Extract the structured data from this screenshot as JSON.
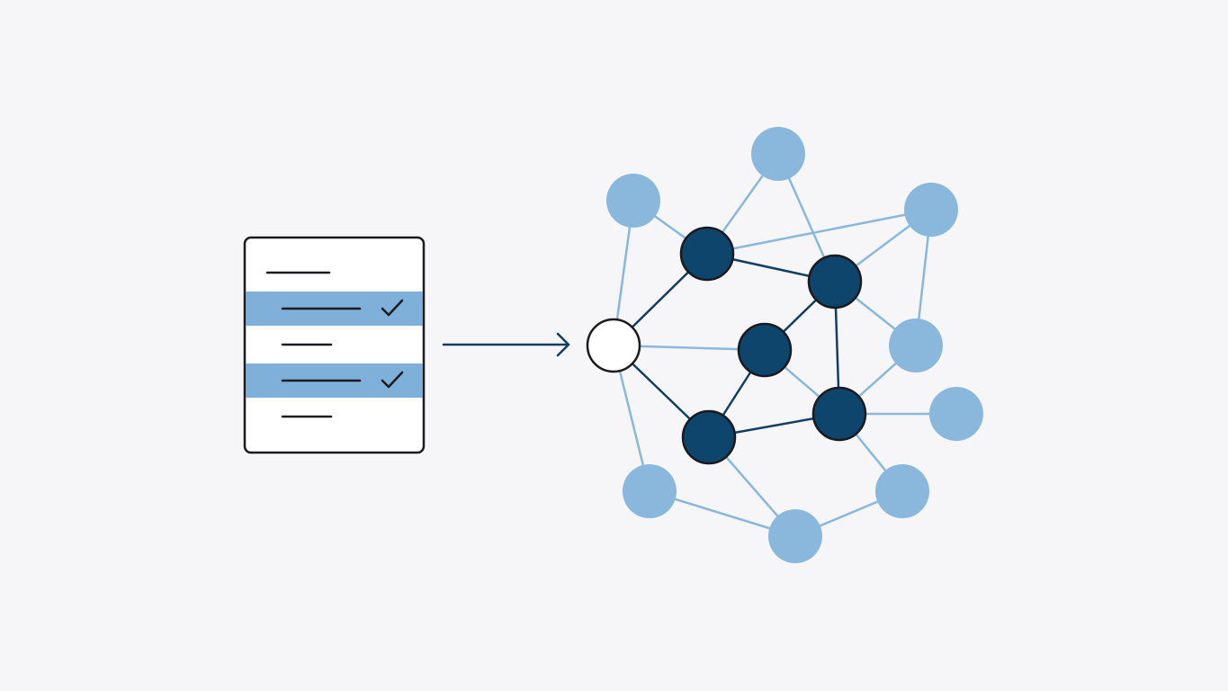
{
  "colors": {
    "background": "#f6f6f8",
    "highlight": "#7fb0da",
    "ink": "#1b1b1f",
    "arrow": "#123e62",
    "node_light": "#8ab7dc",
    "node_dark": "#0e456d",
    "node_dark_stroke": "#1b1b1f",
    "node_query_fill": "#ffffff",
    "edge_light": "#8ab7dc",
    "edge_dark": "#123e62"
  },
  "checklist": {
    "rows": [
      {
        "selected": false
      },
      {
        "selected": true,
        "icon": "check-icon"
      },
      {
        "selected": false
      },
      {
        "selected": true,
        "icon": "check-icon"
      },
      {
        "selected": false
      }
    ]
  },
  "graph": {
    "nodes": [
      {
        "id": "q",
        "kind": "query"
      },
      {
        "id": "d1",
        "kind": "selected"
      },
      {
        "id": "d2",
        "kind": "selected"
      },
      {
        "id": "d3",
        "kind": "selected"
      },
      {
        "id": "d4",
        "kind": "selected"
      },
      {
        "id": "d5",
        "kind": "selected"
      },
      {
        "id": "l1",
        "kind": "neighbor"
      },
      {
        "id": "l2",
        "kind": "neighbor"
      },
      {
        "id": "l3",
        "kind": "neighbor"
      },
      {
        "id": "l4",
        "kind": "neighbor"
      },
      {
        "id": "l5",
        "kind": "neighbor"
      },
      {
        "id": "l6",
        "kind": "neighbor"
      },
      {
        "id": "l7",
        "kind": "neighbor"
      },
      {
        "id": "l8",
        "kind": "neighbor"
      }
    ],
    "edges": [
      {
        "from": "q",
        "to": "d1",
        "kind": "strong"
      },
      {
        "from": "q",
        "to": "d4",
        "kind": "strong"
      },
      {
        "from": "d1",
        "to": "d2",
        "kind": "strong"
      },
      {
        "from": "d2",
        "to": "d3",
        "kind": "strong"
      },
      {
        "from": "d2",
        "to": "d5",
        "kind": "strong"
      },
      {
        "from": "d3",
        "to": "d4",
        "kind": "strong"
      },
      {
        "from": "d4",
        "to": "d5",
        "kind": "strong"
      },
      {
        "from": "q",
        "to": "d3",
        "kind": "weak"
      },
      {
        "from": "q",
        "to": "l1",
        "kind": "weak"
      },
      {
        "from": "q",
        "to": "l6",
        "kind": "weak"
      },
      {
        "from": "l1",
        "to": "d1",
        "kind": "weak"
      },
      {
        "from": "l2",
        "to": "d1",
        "kind": "weak"
      },
      {
        "from": "l2",
        "to": "d2",
        "kind": "weak"
      },
      {
        "from": "d1",
        "to": "l3",
        "kind": "weak"
      },
      {
        "from": "d2",
        "to": "l3",
        "kind": "weak"
      },
      {
        "from": "l3",
        "to": "l4",
        "kind": "weak"
      },
      {
        "from": "d2",
        "to": "l4",
        "kind": "weak"
      },
      {
        "from": "d3",
        "to": "d5",
        "kind": "weak"
      },
      {
        "from": "l4",
        "to": "d5",
        "kind": "weak"
      },
      {
        "from": "d5",
        "to": "l5",
        "kind": "weak"
      },
      {
        "from": "d5",
        "to": "l8",
        "kind": "weak"
      },
      {
        "from": "d4",
        "to": "l7",
        "kind": "weak"
      },
      {
        "from": "l6",
        "to": "l7",
        "kind": "weak"
      },
      {
        "from": "l7",
        "to": "l8",
        "kind": "weak"
      }
    ]
  }
}
